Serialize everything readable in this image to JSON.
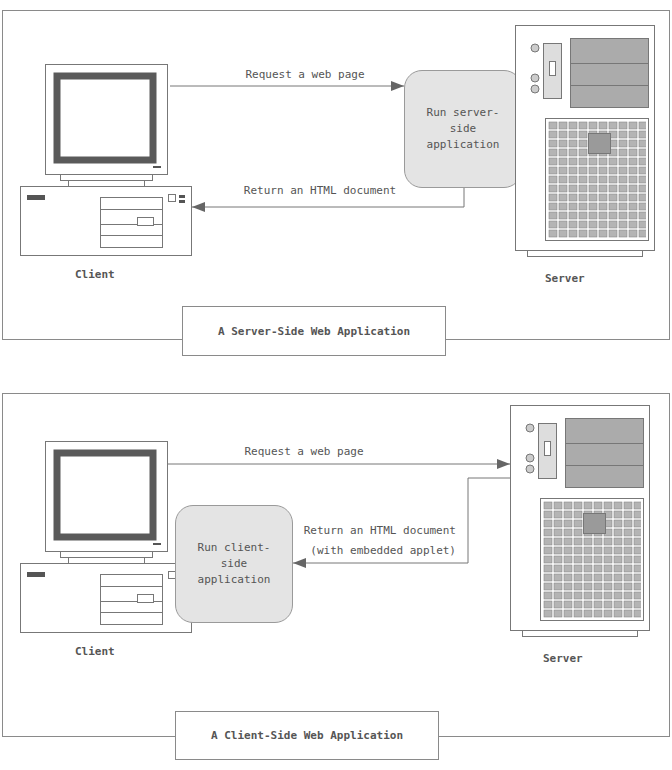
{
  "diagram": {
    "nodes": [
      {
        "text": [
          "A Server-Side Web Application"
        ]
      },
      {
        "text": [
          "Client"
        ],
        "in": 0
      },
      {
        "text": [
          "Run server-side application"
        ],
        "in": 0
      },
      {
        "text": [
          "Server"
        ],
        "in": 0
      },
      {
        "text": [
          "A Client-Side Web Application"
        ]
      },
      {
        "text": [
          "Client"
        ],
        "in": 4
      },
      {
        "text": [
          "Run client-side application"
        ],
        "in": 4
      },
      {
        "text": [
          "Server"
        ],
        "in": 4
      }
    ],
    "edges": [
      {
        "from": 1,
        "to": 2,
        "label": "Request a web page",
        "arrow": "to"
      },
      {
        "from": 2,
        "to": 1,
        "label": "Return an HTML document",
        "arrow": "to"
      },
      {
        "from": 5,
        "to": 7,
        "label": "Request a web page",
        "arrow": "to"
      },
      {
        "from": 7,
        "to": 6,
        "label": "Return an HTML document (with embedded applet)",
        "arrow": "to"
      }
    ]
  }
}
